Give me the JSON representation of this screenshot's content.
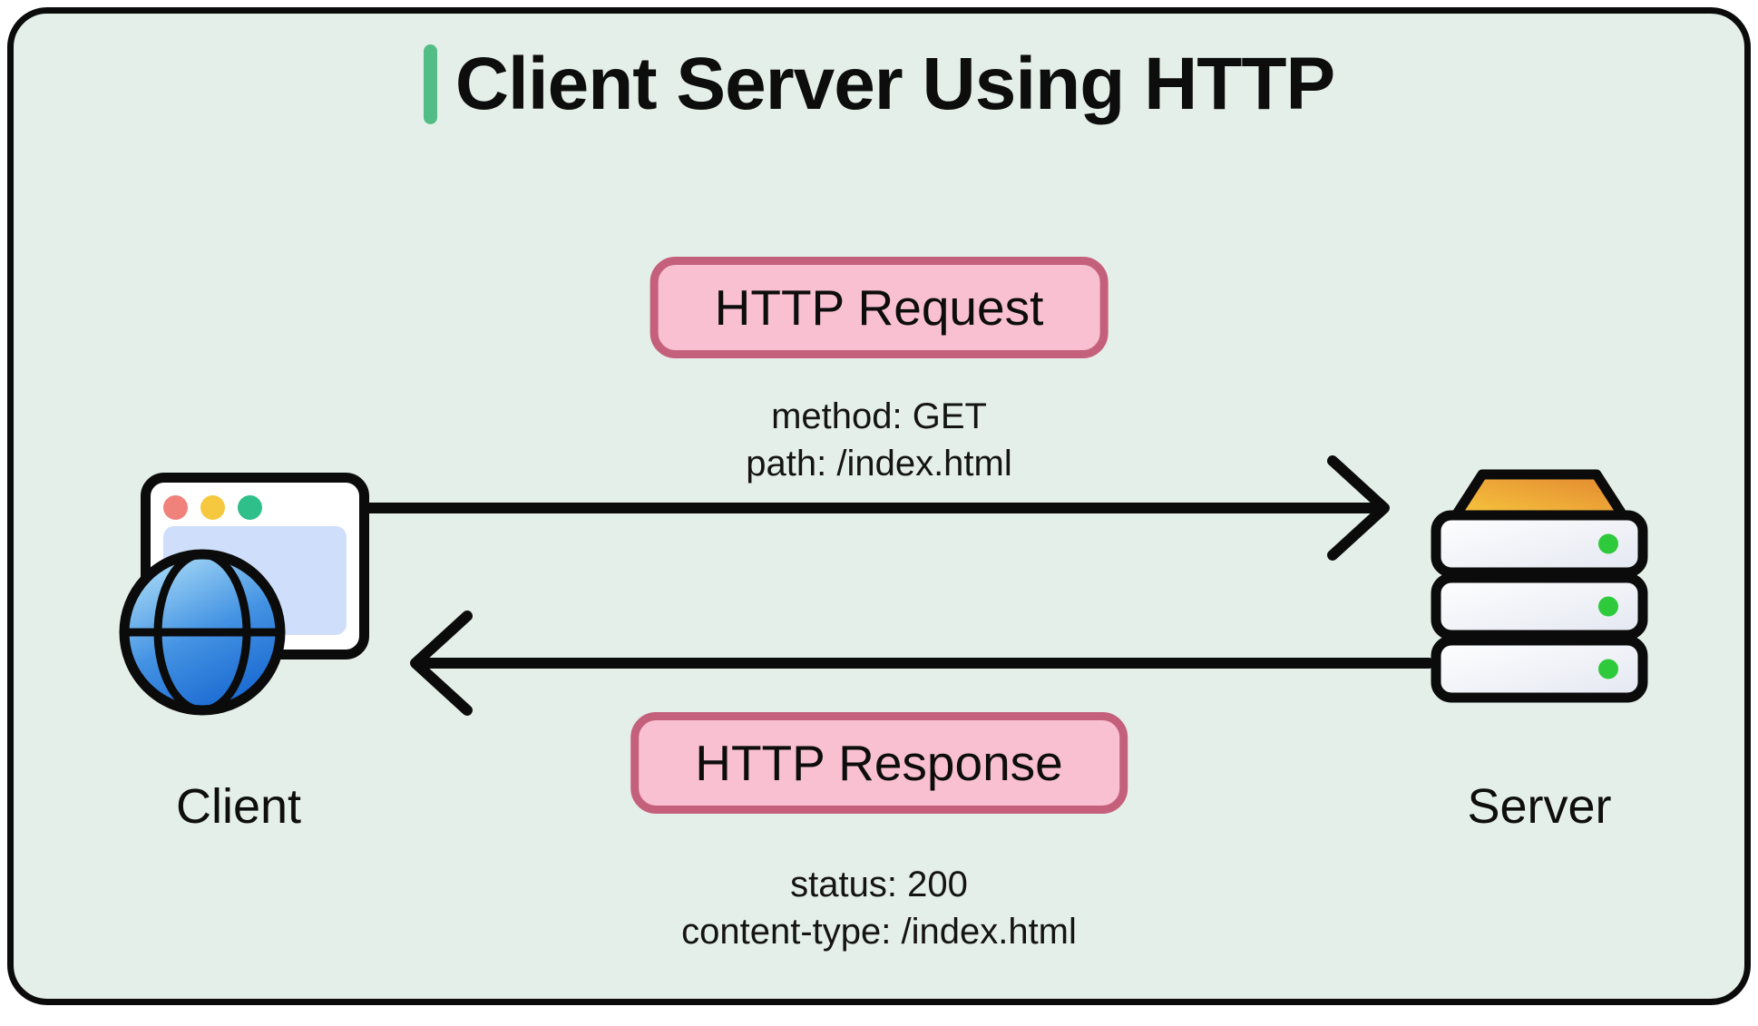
{
  "title": "Client Server Using HTTP",
  "request": {
    "badge_label": "HTTP Request",
    "method_line": "method: GET",
    "path_line": "path: /index.html"
  },
  "response": {
    "badge_label": "HTTP Response",
    "status_line": "status: 200",
    "content_type_line": "content-type: /index.html"
  },
  "client": {
    "label": "Client"
  },
  "server": {
    "label": "Server"
  },
  "colors": {
    "background": "#E5EFE9",
    "frame": "#0B0B0B",
    "accent-green": "#52BD85",
    "badge-fill": "#F9C0D2",
    "badge-border": "#C4607C",
    "window-dot-red": "#F0817B",
    "window-dot-yellow": "#F6C840",
    "window-dot-green": "#2EBF8B",
    "server-led-green": "#2ECA3C",
    "globe-blue-light": "#A9DBF7",
    "globe-blue-dark": "#1565D0",
    "server-top-yellow": "#F7C63E",
    "server-top-orange": "#E2862F"
  }
}
